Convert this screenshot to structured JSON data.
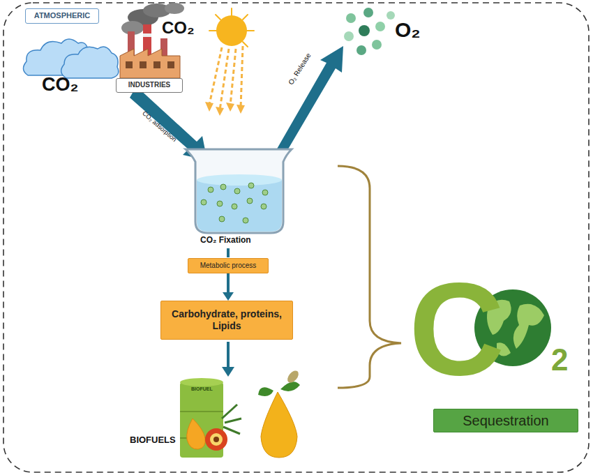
{
  "diagram": {
    "nodes": [
      {
        "text": [
          "ATMOSPHERIC"
        ]
      },
      {
        "text": [
          "INDUSTRIES"
        ]
      },
      {
        "text": [
          "Metabolic process"
        ]
      },
      {
        "text": [
          "Carbohydrate, proteins, Lipids"
        ]
      },
      {
        "text": [
          "Sequestration"
        ]
      }
    ],
    "edges": [
      {
        "from": 2,
        "to": 3,
        "arrow": "to"
      }
    ],
    "labels": [
      "CO₂",
      "CO₂",
      "CO₂ adsorption",
      "O₂ Release",
      "O₂",
      "CO₂ Fixation",
      "BIOFUEL",
      "BIOFUELS",
      "C",
      "2"
    ]
  }
}
